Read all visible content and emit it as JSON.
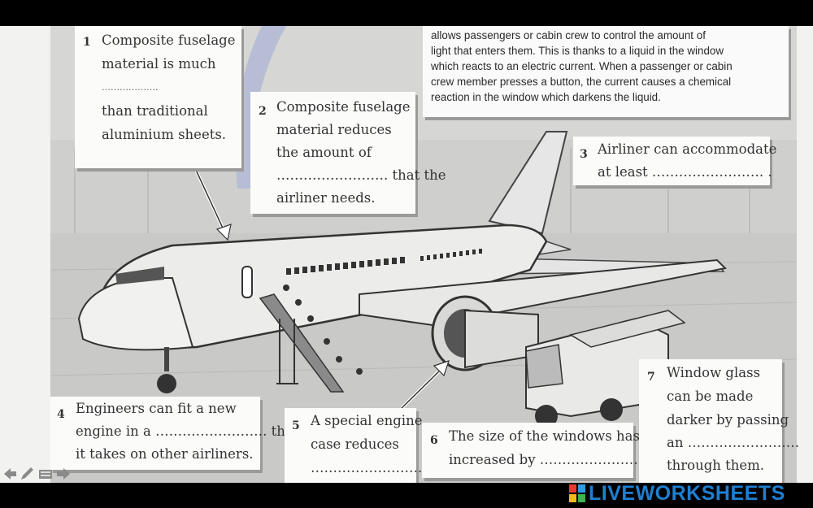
{
  "topnote": {
    "lines": [
      "allows passengers or cabin crew to control the amount of",
      "light that enters them. This is thanks to a liquid in the window",
      "which reacts to an electric current. When a passenger or cabin",
      "crew member presses a button, the current causes a chemical",
      "reaction in the window which darkens the liquid."
    ]
  },
  "q1": {
    "num": "1",
    "lines": [
      "Composite fuselage",
      "material is much",
      "……………….",
      "than traditional",
      "aluminium sheets."
    ]
  },
  "q2": {
    "num": "2",
    "lines": [
      "Composite fuselage",
      "material reduces",
      "the amount of",
      "……………………. that the",
      "airliner needs."
    ]
  },
  "q3": {
    "num": "3",
    "lines": [
      "Airliner can accommodate",
      "at least ……………………. ."
    ]
  },
  "q4": {
    "num": "4",
    "lines": [
      "Engineers can fit a new",
      "engine in a ……………………. than",
      "it takes on other airliners."
    ]
  },
  "q5": {
    "num": "5",
    "lines": [
      "A special engine",
      "case reduces",
      "……………………. ."
    ]
  },
  "q6": {
    "num": "6",
    "lines": [
      "The size of the windows has",
      "increased by ……………………. ."
    ]
  },
  "q7": {
    "num": "7",
    "lines": [
      "Window glass",
      "can be made",
      "darker by passing",
      "an …………………….",
      "through them."
    ]
  },
  "brand": {
    "text": "LIVEWORKSHEETS",
    "color": "#1f7fd1"
  },
  "icons": [
    "back-arrow-icon",
    "pencil-icon",
    "keyboard-icon",
    "forward-arrow-icon"
  ]
}
